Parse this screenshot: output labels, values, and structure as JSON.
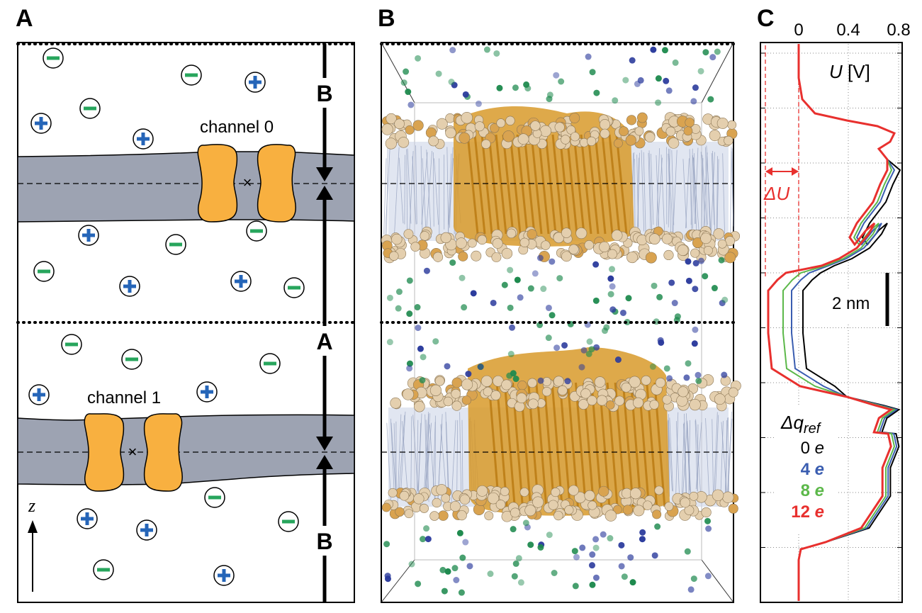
{
  "panels": {
    "a": {
      "letter": "A",
      "channel_top": "channel 0",
      "channel_bottom": "channel 1",
      "region_top": "B",
      "region_mid": "A",
      "region_bottom": "B",
      "axis_label": "z",
      "plus_symbol": "+",
      "minus_symbol": "−"
    },
    "b": {
      "letter": "B"
    },
    "c": {
      "letter": "C",
      "x_ticks": [
        "0",
        "0.4",
        "0.8"
      ],
      "u_label_prefix": "U",
      "u_label_unit": " [V]",
      "delta_u_label": "ΔU",
      "scale_bar_label": "2 nm",
      "legend_title_main": "Δq",
      "legend_title_sub": "ref",
      "legend_entries": [
        {
          "value": "0",
          "unit": "e",
          "color": "#000000"
        },
        {
          "value": "4",
          "unit": "e",
          "color": "#3a5db0"
        },
        {
          "value": "8",
          "unit": "e",
          "color": "#5cb84a"
        },
        {
          "value": "12",
          "unit": "e",
          "color": "#e8302e"
        }
      ]
    }
  },
  "colors": {
    "membrane": "#9da3b2",
    "channel": "#f8b040",
    "plus_ion": "#2565b8",
    "minus_ion": "#27a55c",
    "potential_0": "#000000",
    "potential_4": "#3a5db0",
    "potential_8": "#5cb84a",
    "potential_12": "#e8302e"
  }
}
